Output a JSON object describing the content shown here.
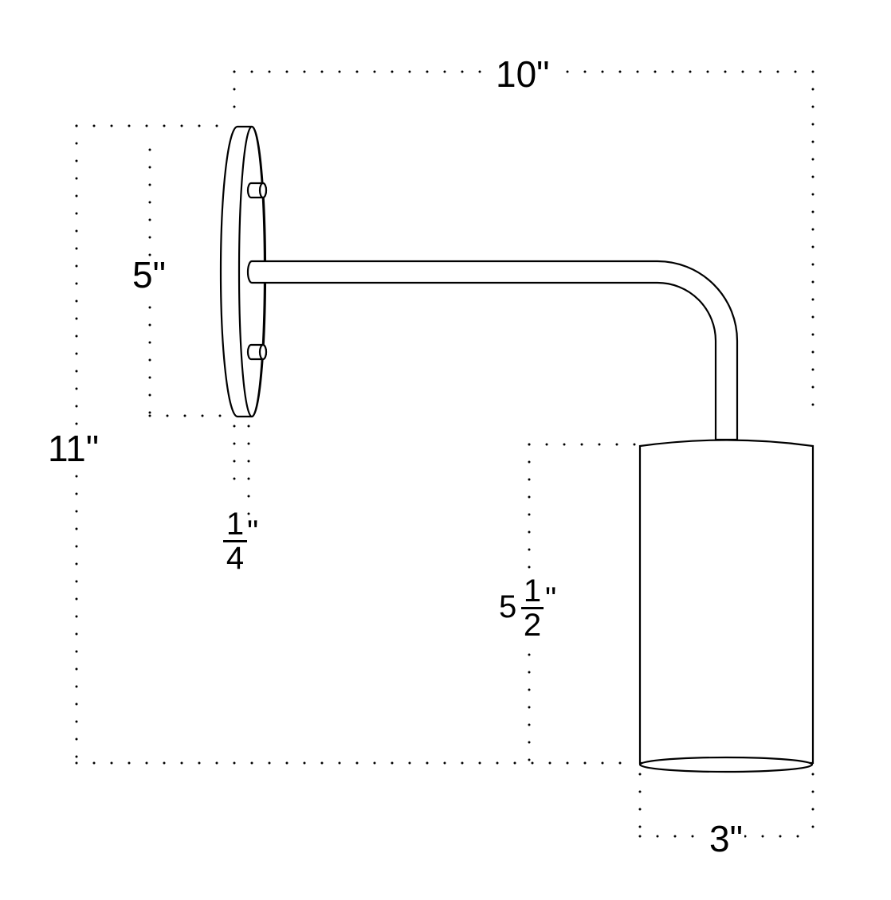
{
  "diagram": {
    "title": "Wall sconce dimension drawing",
    "stroke_color": "#000000",
    "background": "#ffffff",
    "components": [
      "wall-plate",
      "mounting-screws",
      "arm-tube",
      "cylinder-shade"
    ],
    "dimensions": {
      "overall_width": {
        "label": "10\"",
        "value_in": 10
      },
      "overall_height": {
        "label": "11\"",
        "value_in": 11
      },
      "plate_height": {
        "label": "5\"",
        "value_in": 5
      },
      "plate_depth": {
        "whole": "",
        "numerator": "1",
        "denominator": "4",
        "unit": "\"",
        "value_in": 0.25
      },
      "shade_height": {
        "whole": "5",
        "numerator": "1",
        "denominator": "2",
        "unit": "\"",
        "value_in": 5.5
      },
      "shade_diameter": {
        "label": "3\"",
        "value_in": 3
      }
    }
  }
}
